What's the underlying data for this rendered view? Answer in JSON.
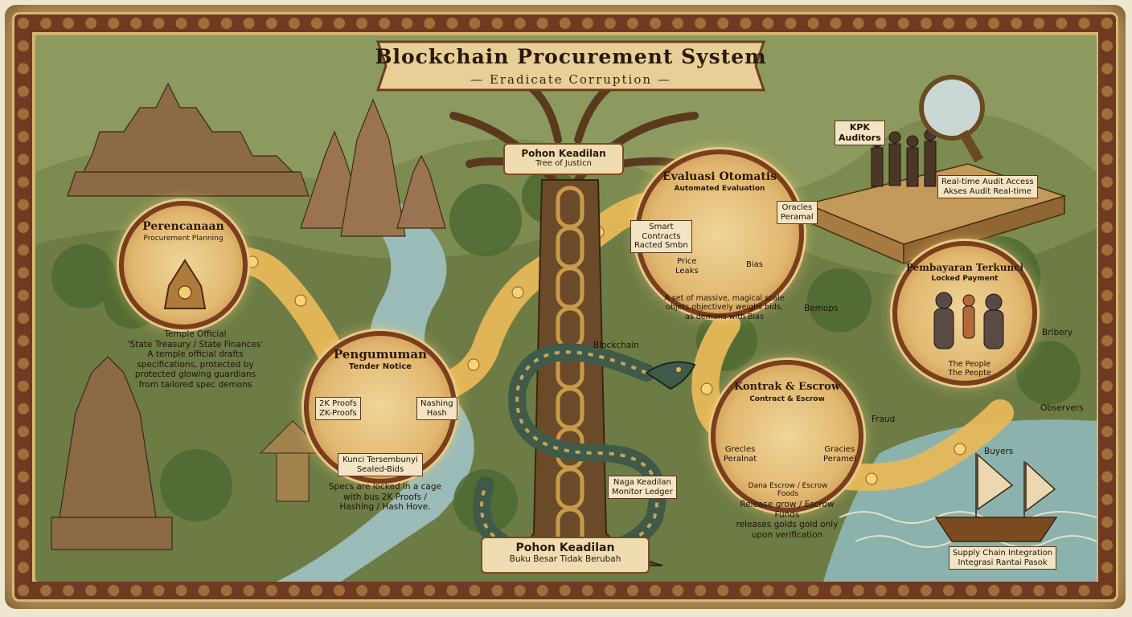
{
  "banner": {
    "title": "Blockchain Procurement System",
    "subtitle": "— Eradicate Corruption —"
  },
  "tree": {
    "top_label": "Pohon Keadilan",
    "top_sublabel": "Tree of Justicn",
    "bottom_title": "Pohon Keadilan",
    "bottom_sub": "Buku Besar Tidak Berubah",
    "blockchain_label": "Blockchain",
    "naga_label": "Naga Keadilan\nMonitor Ledger"
  },
  "stages": {
    "planning": {
      "title": "Perencanaan",
      "subtitle": "Procurement Planning",
      "caption": "Temple Official\n'State Treasury / State Finances'\nA temple official drafts\nspecifications, protected by\nprotected glowing guardians\nfrom tailored spec demons"
    },
    "tender": {
      "title": "Pengumuman",
      "subtitle": "Tender Notice",
      "left_tag": "2K Proofs\nZK-Proofs",
      "right_tag": "Nashing\nHash",
      "badge": "Kunci Tersembunyi\nSealed-Bids",
      "caption": "Specs are locked in a cage\nwith bus 2K Proofs /\nHashing / Hash Hove."
    },
    "evaluation": {
      "title": "Evaluasi Otomatis",
      "subtitle": "Automated Evaluation",
      "left_tag": "Smart\nContracts\nRacted Smbn",
      "right_tag": "Oracles\nPeramal",
      "left_pan": "Price\nLeaks",
      "right_pan": "Bias",
      "caption": "A set of massive, magical scale\nobjets objectively weighs bids,\nas demons with Bias",
      "demon_label": "Bemops"
    },
    "contract": {
      "title": "Kontrak & Escrow",
      "subtitle": "Contract & Escrow",
      "left_tag": "Grecles\nPeralnat",
      "right_tag": "Gracies\nPeramel",
      "badge": "Dana Escrow / Escrow Foods",
      "caption": "Release grow / Escrow Funds\nreleases golds gold only\nupon verification",
      "fraud_label": "Fraud"
    },
    "payment": {
      "title": "Pembayaran Terkunci",
      "subtitle": "Locked Payment",
      "people": "The People\nThe Peopte",
      "bribery_label": "Bribery",
      "observers_label": "Observers",
      "buyers_label": "Buyers"
    }
  },
  "audit": {
    "kpk_label": "KPK\nAuditors",
    "access_label": "Real-time Audit Access\nAkses Audit Real-time"
  },
  "supply": {
    "label": "Supply Chain Integration\nIntegrasi Rantai Pasok"
  },
  "colors": {
    "gold": "#e6b858",
    "frame": "#6e3a22",
    "parchment": "#c9a96b",
    "river": "#9fc2c4"
  }
}
